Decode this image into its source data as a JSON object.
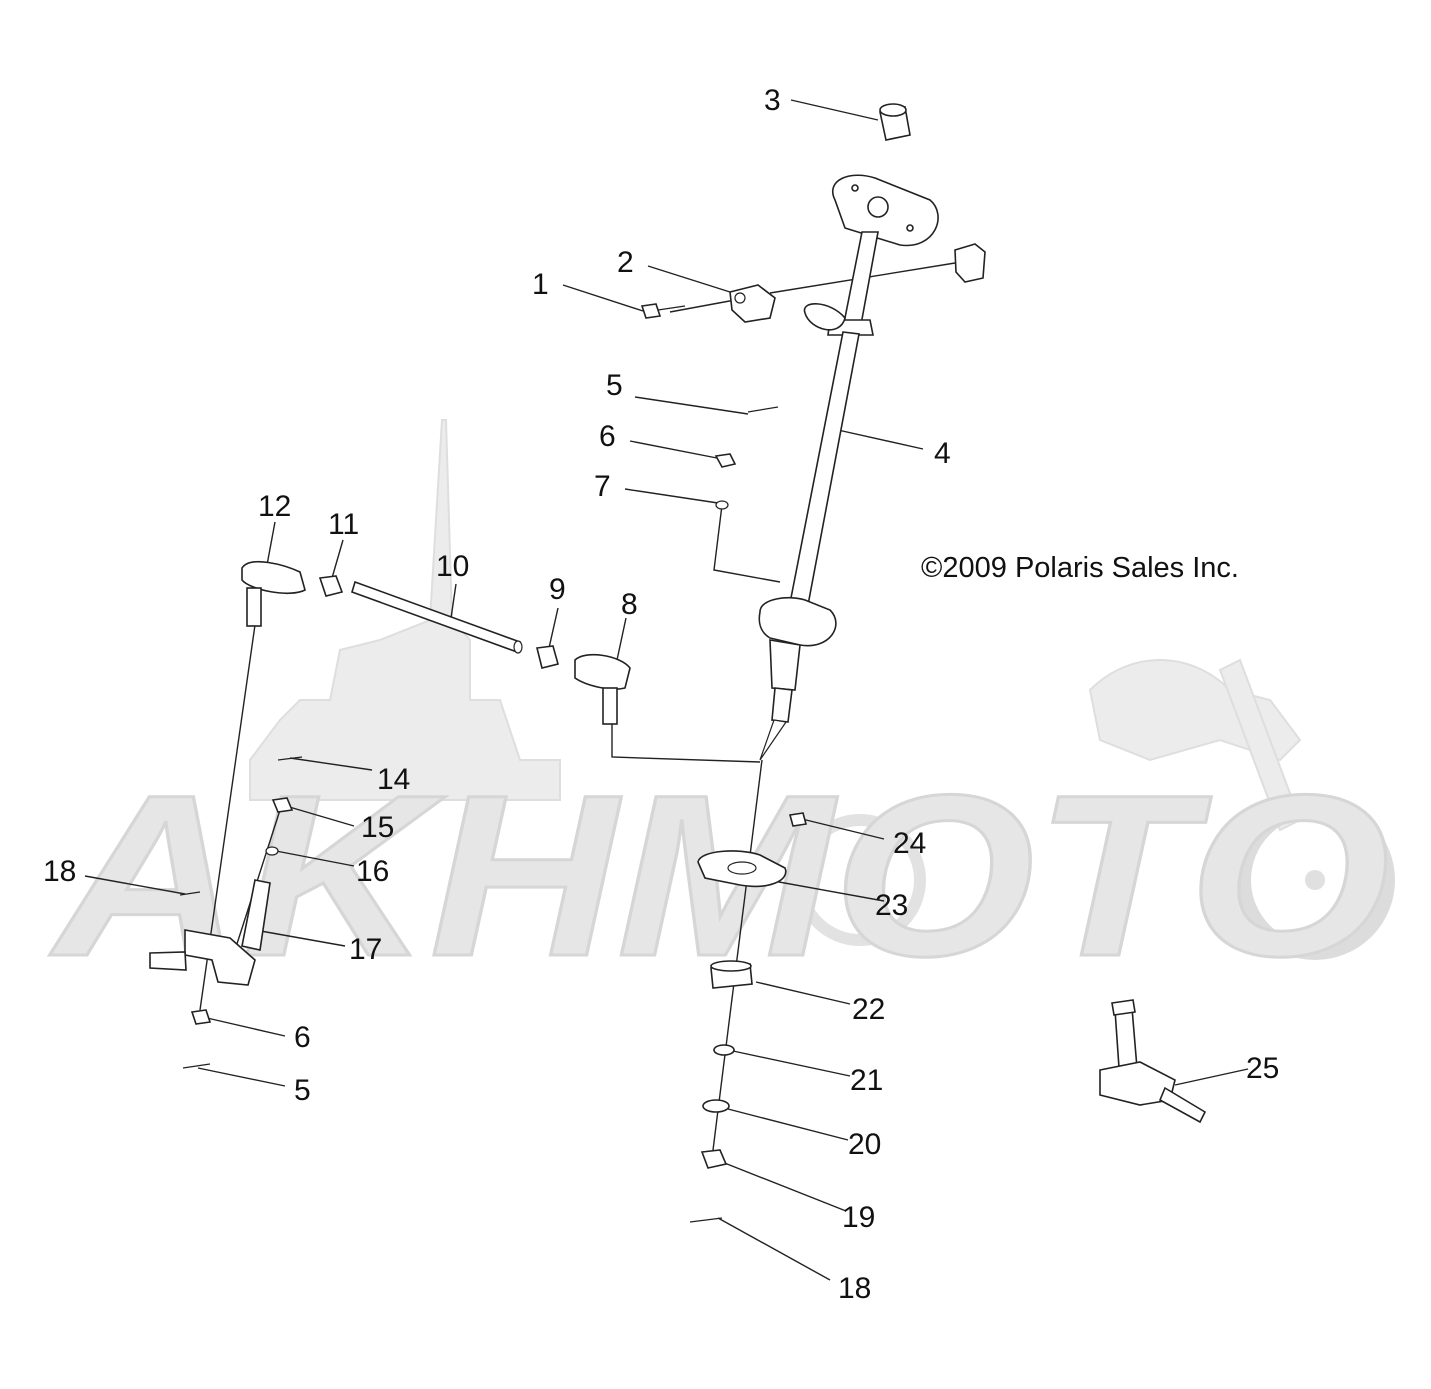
{
  "copyright": "©2009 Polaris Sales Inc.",
  "watermark": "AKHMOTO",
  "callouts": [
    {
      "id": "c1",
      "label": "1"
    },
    {
      "id": "c2",
      "label": "2"
    },
    {
      "id": "c3",
      "label": "3"
    },
    {
      "id": "c4",
      "label": "4"
    },
    {
      "id": "c5a",
      "label": "5"
    },
    {
      "id": "c6a",
      "label": "6"
    },
    {
      "id": "c7",
      "label": "7"
    },
    {
      "id": "c8",
      "label": "8"
    },
    {
      "id": "c9",
      "label": "9"
    },
    {
      "id": "c10",
      "label": "10"
    },
    {
      "id": "c11",
      "label": "11"
    },
    {
      "id": "c12",
      "label": "12"
    },
    {
      "id": "c14",
      "label": "14"
    },
    {
      "id": "c15",
      "label": "15"
    },
    {
      "id": "c16",
      "label": "16"
    },
    {
      "id": "c17",
      "label": "17"
    },
    {
      "id": "c18a",
      "label": "18"
    },
    {
      "id": "c6b",
      "label": "6"
    },
    {
      "id": "c5b",
      "label": "5"
    },
    {
      "id": "c24",
      "label": "24"
    },
    {
      "id": "c23",
      "label": "23"
    },
    {
      "id": "c22",
      "label": "22"
    },
    {
      "id": "c21",
      "label": "21"
    },
    {
      "id": "c20",
      "label": "20"
    },
    {
      "id": "c19",
      "label": "19"
    },
    {
      "id": "c18b",
      "label": "18"
    },
    {
      "id": "c25",
      "label": "25"
    }
  ],
  "colors": {
    "ink": "#111111",
    "watermark": "#e6e6e6",
    "background": "#ffffff"
  }
}
